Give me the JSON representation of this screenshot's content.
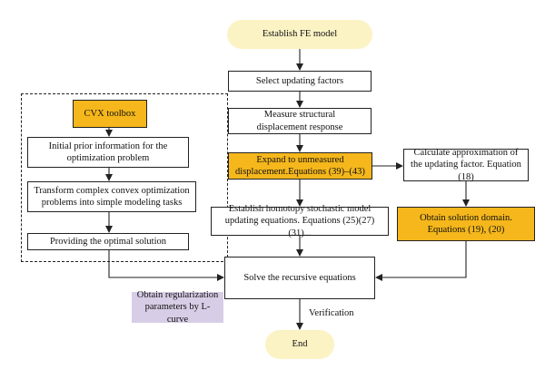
{
  "nodes": {
    "establish_fe": "Establish FE model",
    "select_factors": "Select updating factors",
    "measure_response": "Measure structural displacement response",
    "expand": "Expand to unmeasured displacement.Equations (39)–(43)",
    "calc_approx": "Calculate approximation of the updating factor. Equation (18)",
    "establish_homotopy": "Establish homotopy stochastic model updating equations. Equations (25)(27)(31)...",
    "solution_domain": "Obtain solution domain. Equations (19), (20)",
    "solve": "Solve the recursive equations",
    "end": "End",
    "cvx_toolbox": "CVX toolbox",
    "initial_prior": "Initial prior information for the optimization problem",
    "transform": "Transform complex convex optimization problems into simple modeling tasks",
    "optimal_solution": "Providing the optimal solution",
    "regularization": "Obtain regularization parameters by L-curve"
  },
  "edges": {
    "verification": "Verification"
  },
  "colors": {
    "highlight": "#f5b71b",
    "terminal": "#fbf3c4",
    "note": "#d8cde6"
  }
}
